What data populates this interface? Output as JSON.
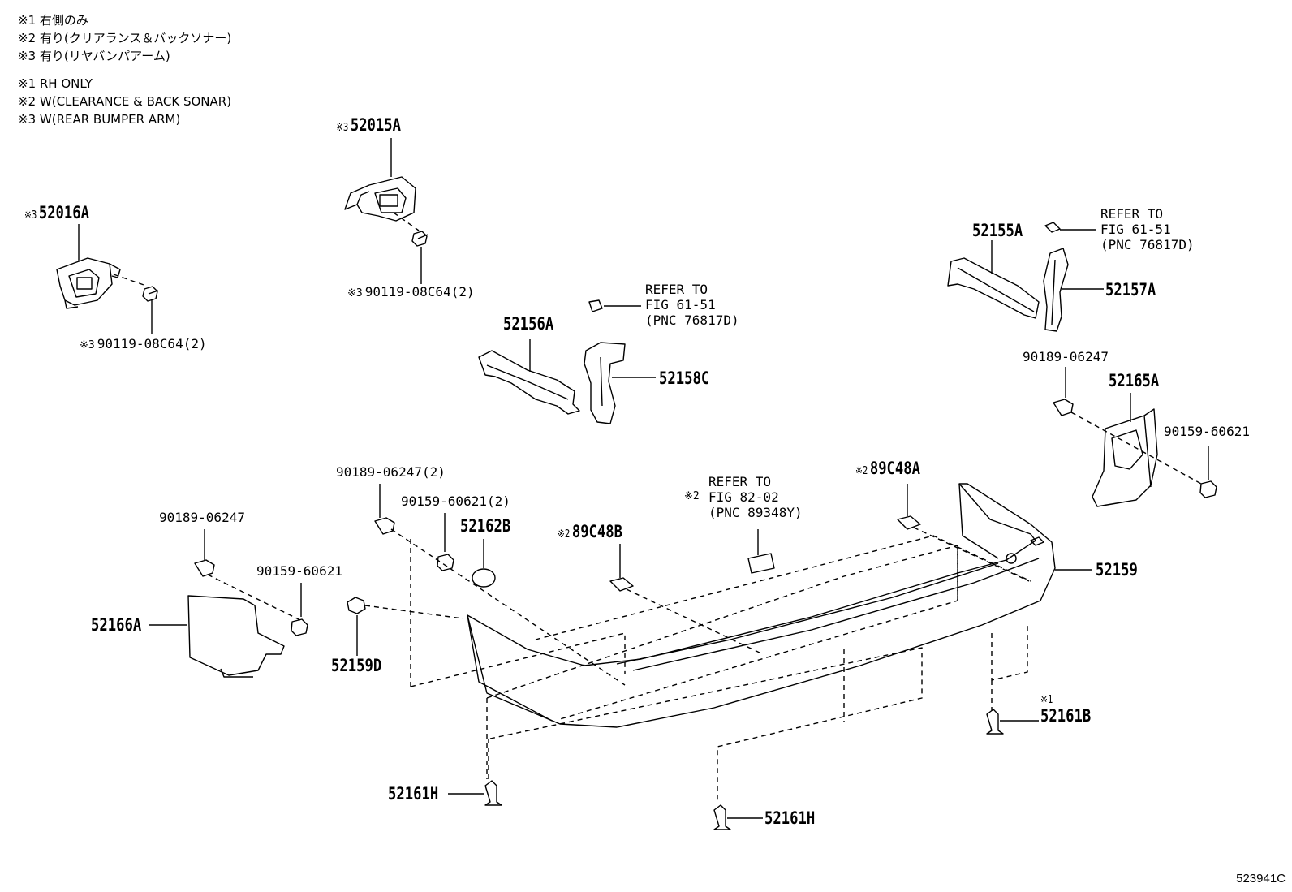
{
  "notes": {
    "japanese": [
      "※1 右側のみ",
      "※2 有り(クリアランス＆バックソナー)",
      "※3 有り(リヤバンパアーム)"
    ],
    "english": [
      "※1 RH ONLY",
      "※2 W(CLEARANCE & BACK SONAR)",
      "※3 W(REAR BUMPER ARM)"
    ]
  },
  "labels": {
    "p52015a": {
      "mark": "※3",
      "code": "52015A"
    },
    "p52016a": {
      "mark": "※3",
      "code": "52016A"
    },
    "b52015a": {
      "mark": "※3",
      "code": "90119-08C64(2)"
    },
    "b52016a": {
      "mark": "※3",
      "code": "90119-08C64(2)"
    },
    "p52156a": "52156A",
    "p52158c": "52158C",
    "ref_mid": [
      "REFER TO",
      "FIG 61-51",
      "(PNC 76817D)"
    ],
    "p52155a": "52155A",
    "p52157a": "52157A",
    "ref_right": [
      "REFER TO",
      "FIG 61-51",
      "(PNC 76817D)"
    ],
    "s90189_r": "90189-06247",
    "p52165a": "52165A",
    "s90159_r": "90159-60621",
    "s90189_2": "90189-06247(2)",
    "s90159_2": "90159-60621(2)",
    "p52162b": "52162B",
    "s90189_l": "90189-06247",
    "s90159_l": "90159-60621",
    "p52166a": "52166A",
    "p52159d": "52159D",
    "p89c48b": {
      "mark": "※2",
      "code": "89C48B"
    },
    "ref_sonar": {
      "mark": "※2",
      "lines": [
        "REFER TO",
        "FIG 82-02",
        "(PNC 89348Y)"
      ]
    },
    "p89c48a": {
      "mark": "※2",
      "code": "89C48A"
    },
    "p52159": "52159",
    "p52161b": {
      "mark": "※1",
      "code": "52161B"
    },
    "p52161h_l": "52161H",
    "p52161h_c": "52161H"
  },
  "figure_id": "523941C"
}
